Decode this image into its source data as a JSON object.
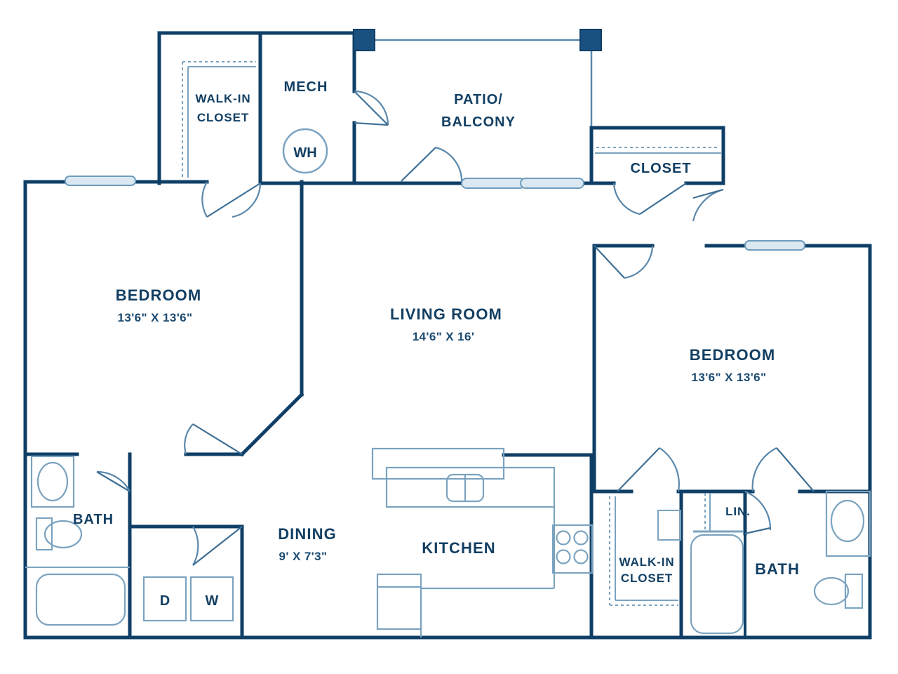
{
  "plan": {
    "title": "Two Bedroom Two Bath Apartment Floor Plan",
    "colors": {
      "wall": "#0f3f66",
      "wall_thin": "#5b88ab",
      "fixture": "#7ba3c0",
      "window_fill": "#dbe8f1",
      "text": "#123f63",
      "post_fill": "#1a5180",
      "background": "#ffffff"
    }
  },
  "rooms": {
    "walk_in_closet_left": {
      "line1": "WALK-IN",
      "line2": "CLOSET"
    },
    "mech": {
      "name": "MECH"
    },
    "patio": {
      "line1": "PATIO/",
      "line2": "BALCONY"
    },
    "closet_top_right": {
      "name": "CLOSET"
    },
    "bedroom_left": {
      "name": "BEDROOM",
      "dimensions": "13'6\" X 13'6\""
    },
    "living_room": {
      "name": "LIVING ROOM",
      "dimensions": "14'6\" X 16'"
    },
    "bedroom_right": {
      "name": "BEDROOM",
      "dimensions": "13'6\" X 13'6\""
    },
    "bath_left": {
      "name": "BATH"
    },
    "dining": {
      "name": "DINING",
      "dimensions": "9' X 7'3\""
    },
    "kitchen": {
      "name": "KITCHEN"
    },
    "walk_in_closet_right": {
      "line1": "WALK-IN",
      "line2": "CLOSET"
    },
    "linen": {
      "name": "LIN."
    },
    "bath_right": {
      "name": "BATH"
    }
  },
  "appliances": {
    "water_heater": {
      "label": "WH",
      "name": "water-heater"
    },
    "dryer": {
      "label": "D",
      "name": "dryer"
    },
    "washer": {
      "label": "W",
      "name": "washer"
    }
  }
}
